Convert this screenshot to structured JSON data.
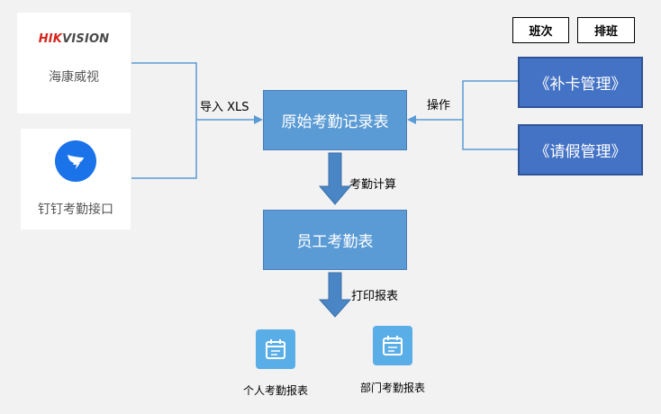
{
  "sources": [
    {
      "brand": "HIKVISION",
      "brand_a": "HIK",
      "brand_b": "VISION",
      "label": "海康威视",
      "icon": "hikvision-logo"
    },
    {
      "label": "钉钉考勤接口",
      "icon": "dingtalk-logo"
    }
  ],
  "edges": {
    "import_label": "导入 XLS",
    "operate_label": "操作",
    "compute_label": "考勤计算",
    "print_label": "打印报表"
  },
  "process": {
    "raw_records": "原始考勤记录表",
    "employee_table": "员工考勤表"
  },
  "modules": {
    "card_fix": "《补卡管理》",
    "leave": "《请假管理》"
  },
  "toolbar": {
    "shift_label": "班次",
    "schedule_label": "排班"
  },
  "reports": [
    {
      "label": "个人考勤报表",
      "icon": "calendar-icon"
    },
    {
      "label": "部门考勤报表",
      "icon": "calendar-icon"
    }
  ],
  "colors": {
    "process_fill": "#5b9bd5",
    "module_fill": "#4472c4",
    "arrow_fill": "#4a86c5",
    "connector": "#5b9bd5",
    "report_icon": "#5aaee8",
    "hik_red": "#d6241c",
    "dingtalk_blue": "#1a73e8"
  }
}
